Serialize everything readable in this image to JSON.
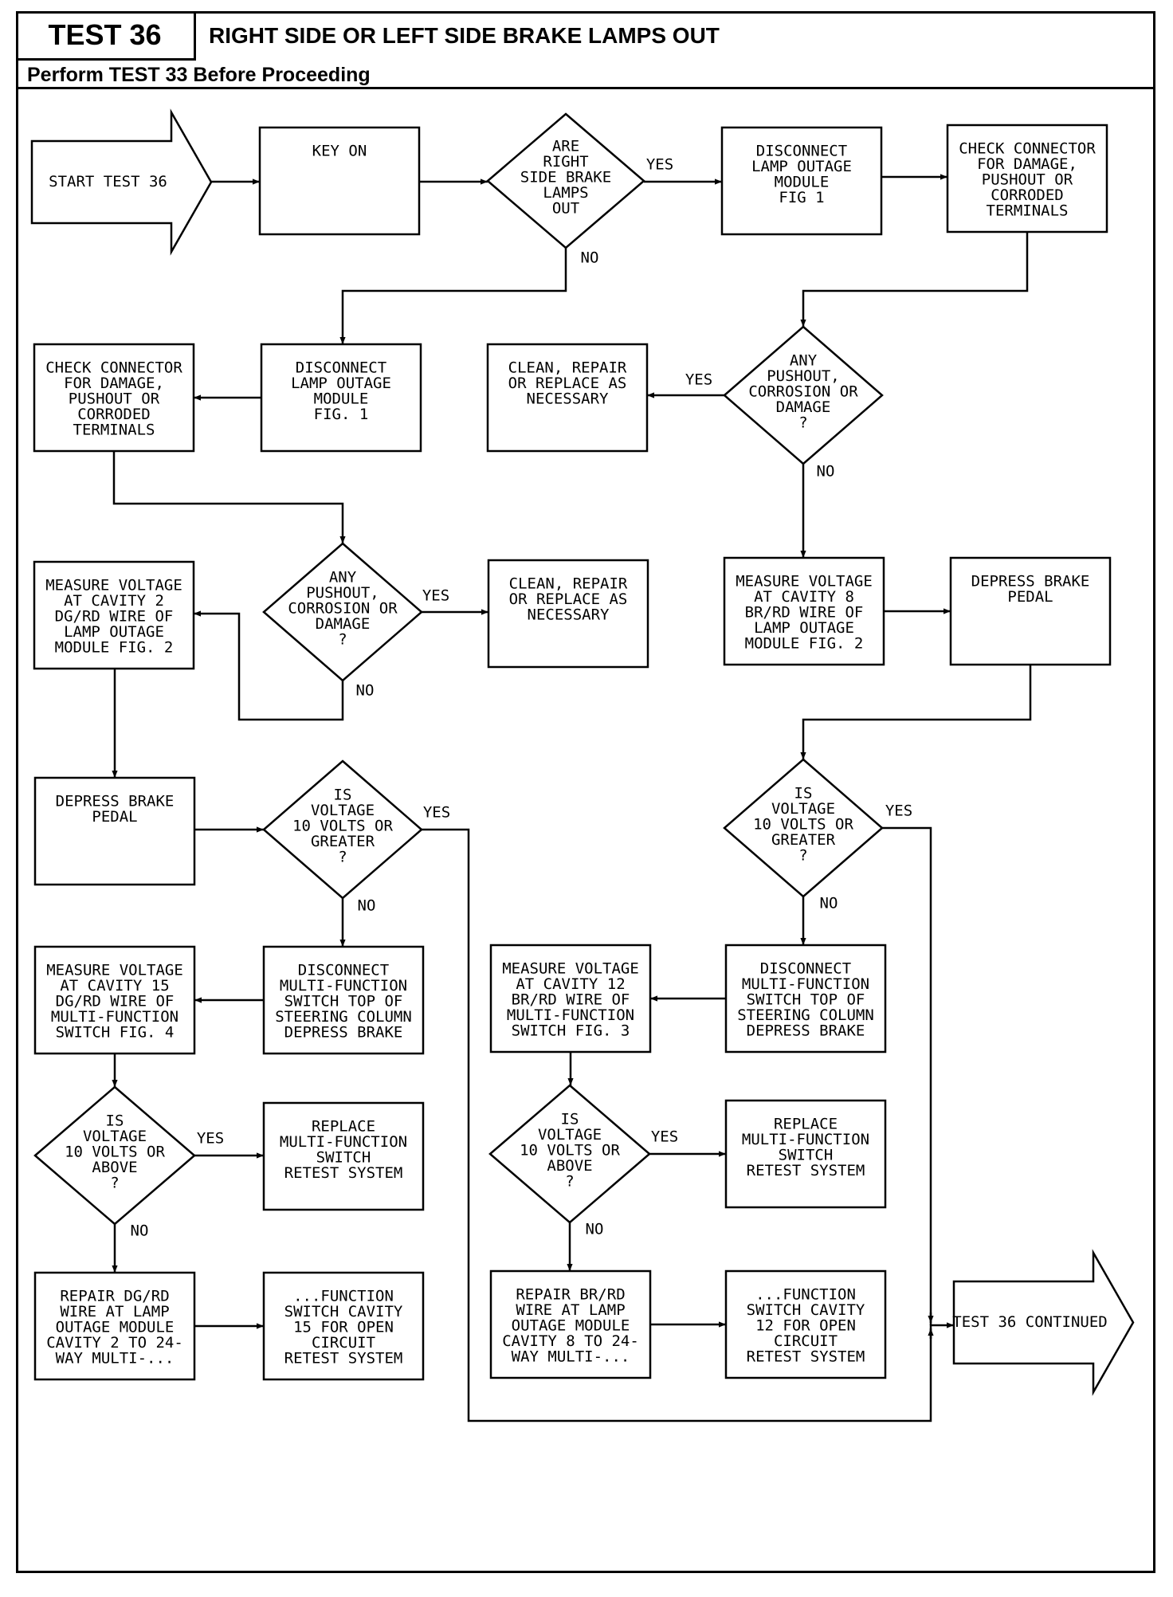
{
  "header": {
    "test_id": "TEST 36",
    "title": "RIGHT SIDE OR LEFT SIDE BRAKE LAMPS OUT",
    "subheader": "Perform TEST 33 Before Proceeding"
  },
  "nodes": [
    {
      "id": "start",
      "shape": "arrow-right",
      "lines": [
        "START TEST 36"
      ]
    },
    {
      "id": "key-on",
      "shape": "box",
      "lines": [
        "KEY ON"
      ]
    },
    {
      "id": "d-right-out",
      "shape": "diamond",
      "lines": [
        "ARE",
        "RIGHT",
        "SIDE BRAKE",
        "LAMPS",
        "OUT"
      ]
    },
    {
      "id": "disc-lom-1",
      "shape": "box",
      "lines": [
        "DISCONNECT",
        "LAMP OUTAGE",
        "MODULE",
        "FIG 1"
      ]
    },
    {
      "id": "check-conn-1",
      "shape": "box",
      "lines": [
        "CHECK CONNECTOR",
        "FOR DAMAGE,",
        "PUSHOUT OR",
        "CORRODED",
        "TERMINALS"
      ]
    },
    {
      "id": "d-pushout-r",
      "shape": "diamond",
      "lines": [
        "ANY",
        "PUSHOUT,",
        "CORROSION OR",
        "DAMAGE",
        "?"
      ]
    },
    {
      "id": "clean-1",
      "shape": "box",
      "lines": [
        "CLEAN, REPAIR",
        "OR REPLACE AS",
        "NECESSARY"
      ]
    },
    {
      "id": "disc-lom-2",
      "shape": "box",
      "lines": [
        "DISCONNECT",
        "LAMP OUTAGE",
        "MODULE",
        "FIG. 1"
      ]
    },
    {
      "id": "check-conn-2",
      "shape": "box",
      "lines": [
        "CHECK CONNECTOR",
        "FOR DAMAGE,",
        "PUSHOUT OR",
        "CORRODED",
        "TERMINALS"
      ]
    },
    {
      "id": "d-pushout-l",
      "shape": "diamond",
      "lines": [
        "ANY",
        "PUSHOUT,",
        "CORROSION OR",
        "DAMAGE",
        "?"
      ]
    },
    {
      "id": "clean-2",
      "shape": "box",
      "lines": [
        "CLEAN, REPAIR",
        "OR REPLACE AS",
        "NECESSARY"
      ]
    },
    {
      "id": "meas-cav2",
      "shape": "box",
      "lines": [
        "MEASURE VOLTAGE",
        "AT CAVITY 2",
        "DG/RD WIRE OF",
        "LAMP OUTAGE",
        "MODULE FIG. 2"
      ]
    },
    {
      "id": "meas-cav8",
      "shape": "box",
      "lines": [
        "MEASURE VOLTAGE",
        "AT CAVITY 8",
        "BR/RD WIRE OF",
        "LAMP OUTAGE",
        "MODULE FIG. 2"
      ]
    },
    {
      "id": "depress-r",
      "shape": "box",
      "lines": [
        "DEPRESS BRAKE",
        "PEDAL"
      ]
    },
    {
      "id": "depress-l",
      "shape": "box",
      "lines": [
        "DEPRESS BRAKE",
        "PEDAL"
      ]
    },
    {
      "id": "d-volt-l",
      "shape": "diamond",
      "lines": [
        "IS",
        "VOLTAGE",
        "10 VOLTS OR",
        "GREATER",
        "?"
      ]
    },
    {
      "id": "d-volt-r",
      "shape": "diamond",
      "lines": [
        "IS",
        "VOLTAGE",
        "10 VOLTS OR",
        "GREATER",
        "?"
      ]
    },
    {
      "id": "disc-mfs-l",
      "shape": "box",
      "lines": [
        "DISCONNECT",
        "MULTI-FUNCTION",
        "SWITCH TOP OF",
        "STEERING COLUMN",
        "DEPRESS BRAKE"
      ]
    },
    {
      "id": "disc-mfs-r",
      "shape": "box",
      "lines": [
        "DISCONNECT",
        "MULTI-FUNCTION",
        "SWITCH TOP OF",
        "STEERING COLUMN",
        "DEPRESS BRAKE"
      ]
    },
    {
      "id": "meas-cav15",
      "shape": "box",
      "lines": [
        "MEASURE VOLTAGE",
        "AT CAVITY 15",
        "DG/RD WIRE OF",
        "MULTI-FUNCTION",
        "SWITCH FIG. 4"
      ]
    },
    {
      "id": "meas-cav12",
      "shape": "box",
      "lines": [
        "MEASURE VOLTAGE",
        "AT CAVITY 12",
        "BR/RD WIRE OF",
        "MULTI-FUNCTION",
        "SWITCH FIG. 3"
      ]
    },
    {
      "id": "d-above-l",
      "shape": "diamond",
      "lines": [
        "IS",
        "VOLTAGE",
        "10 VOLTS OR",
        "ABOVE",
        "?"
      ]
    },
    {
      "id": "d-above-r",
      "shape": "diamond",
      "lines": [
        "IS",
        "VOLTAGE",
        "10 VOLTS OR",
        "ABOVE",
        "?"
      ]
    },
    {
      "id": "replace-l",
      "shape": "box",
      "lines": [
        "REPLACE",
        "MULTI-FUNCTION",
        "SWITCH",
        "RETEST SYSTEM"
      ]
    },
    {
      "id": "replace-r",
      "shape": "box",
      "lines": [
        "REPLACE",
        "MULTI-FUNCTION",
        "SWITCH",
        "RETEST SYSTEM"
      ]
    },
    {
      "id": "repair-dg",
      "shape": "box",
      "lines": [
        "REPAIR DG/RD",
        "WIRE AT LAMP",
        "OUTAGE MODULE",
        "CAVITY 2 TO 24-",
        "WAY MULTI-..."
      ]
    },
    {
      "id": "repair-br",
      "shape": "box",
      "lines": [
        "REPAIR BR/RD",
        "WIRE AT LAMP",
        "OUTAGE MODULE",
        "CAVITY 8 TO 24-",
        "WAY MULTI-..."
      ]
    },
    {
      "id": "func-15",
      "shape": "box",
      "lines": [
        "...FUNCTION",
        "SWITCH CAVITY",
        "15 FOR OPEN",
        "CIRCUIT",
        "RETEST SYSTEM"
      ]
    },
    {
      "id": "func-12",
      "shape": "box",
      "lines": [
        "...FUNCTION",
        "SWITCH CAVITY",
        "12 FOR OPEN",
        "CIRCUIT",
        "RETEST SYSTEM"
      ]
    },
    {
      "id": "continued",
      "shape": "arrow-right",
      "lines": [
        "TEST 36 CONTINUED"
      ]
    }
  ],
  "edge_labels": [
    {
      "id": "l1",
      "text": "YES"
    },
    {
      "id": "l2",
      "text": "NO"
    },
    {
      "id": "l3",
      "text": "YES"
    },
    {
      "id": "l4",
      "text": "NO"
    },
    {
      "id": "l5",
      "text": "YES"
    },
    {
      "id": "l6",
      "text": "NO"
    },
    {
      "id": "l7",
      "text": "YES"
    },
    {
      "id": "l8",
      "text": "NO"
    },
    {
      "id": "l9",
      "text": "YES"
    },
    {
      "id": "l10",
      "text": "NO"
    },
    {
      "id": "l11",
      "text": "YES"
    },
    {
      "id": "l12",
      "text": "NO"
    },
    {
      "id": "l13",
      "text": "YES"
    },
    {
      "id": "l14",
      "text": "NO"
    }
  ]
}
